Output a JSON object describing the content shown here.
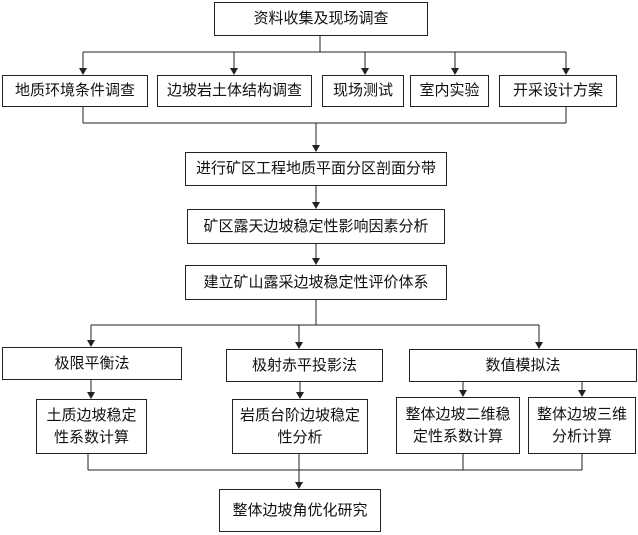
{
  "nodes": {
    "survey": "资料收集及现场调查",
    "geo_env": "地质环境条件调查",
    "rock_struct": "边坡岩土体结构调查",
    "field_test": "现场测试",
    "lab_test": "室内实验",
    "mining_plan": "开采设计方案",
    "zoning": "进行矿区工程地质平面分区剖面分带",
    "factors": "矿区露天边坡稳定性影响因素分析",
    "eval_system": "建立矿山露采边坡稳定性评价体系",
    "limit_eq": "极限平衡法",
    "stereo": "极射赤平投影法",
    "numeric": "数值模拟法",
    "soil_calc": "土质边坡稳定性系数计算",
    "rock_analysis": "岩质台阶边坡稳定性分析",
    "calc_2d": "整体边坡二维稳定性系数计算",
    "calc_3d": "整体边坡三维分析计算",
    "optimize": "整体边坡角优化研究"
  }
}
